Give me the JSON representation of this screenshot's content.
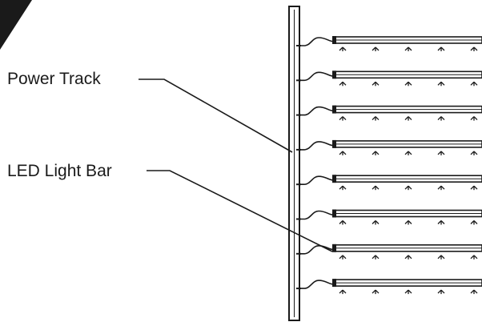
{
  "callouts": {
    "power_track": "Power Track",
    "led_light_bar": "LED Light Bar"
  },
  "colors": {
    "line": "#1a1a1a",
    "background": "#ffffff",
    "corner_mark": "#1a1a1a"
  },
  "diagram": {
    "light_bar_count": 8,
    "leds_per_bar": 5
  }
}
